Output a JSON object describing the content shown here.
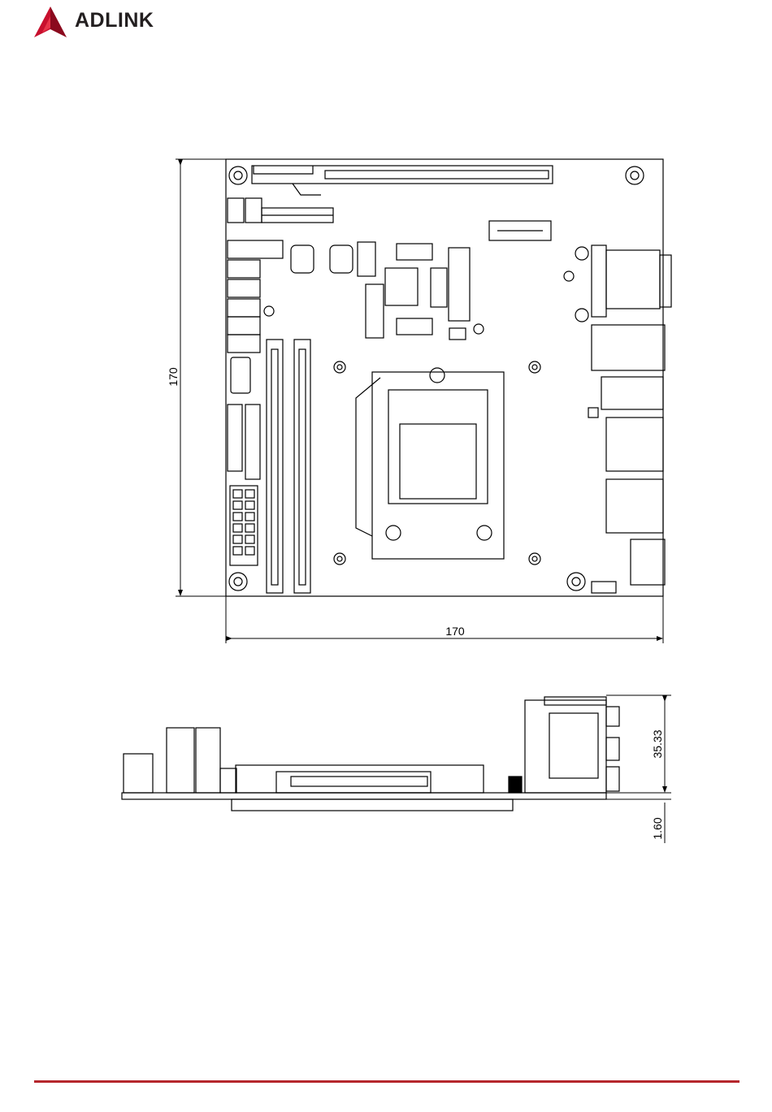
{
  "header": {
    "brand": "ADLINK",
    "brand_color": "#c8102e",
    "logo_icon": "adlink-triangle-logo"
  },
  "top_view": {
    "height_dimension": "170",
    "width_dimension": "170"
  },
  "side_view": {
    "height_dimension": "35.33",
    "thickness_dimension": "1.60"
  },
  "footer": {
    "rule_color": "#b5262c"
  }
}
